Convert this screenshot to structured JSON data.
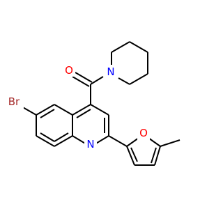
{
  "molecule": {
    "atoms": {
      "O": {
        "label": "O",
        "color": "#ff0000"
      },
      "N_pip": {
        "label": "N",
        "color": "#0000ff"
      },
      "Br": {
        "label": "Br",
        "color": "#a52a2a"
      },
      "N_quin": {
        "label": "N",
        "color": "#0000ff"
      },
      "O_fur": {
        "label": "O",
        "color": "#ff0000"
      }
    },
    "bond_color": "#000000"
  }
}
